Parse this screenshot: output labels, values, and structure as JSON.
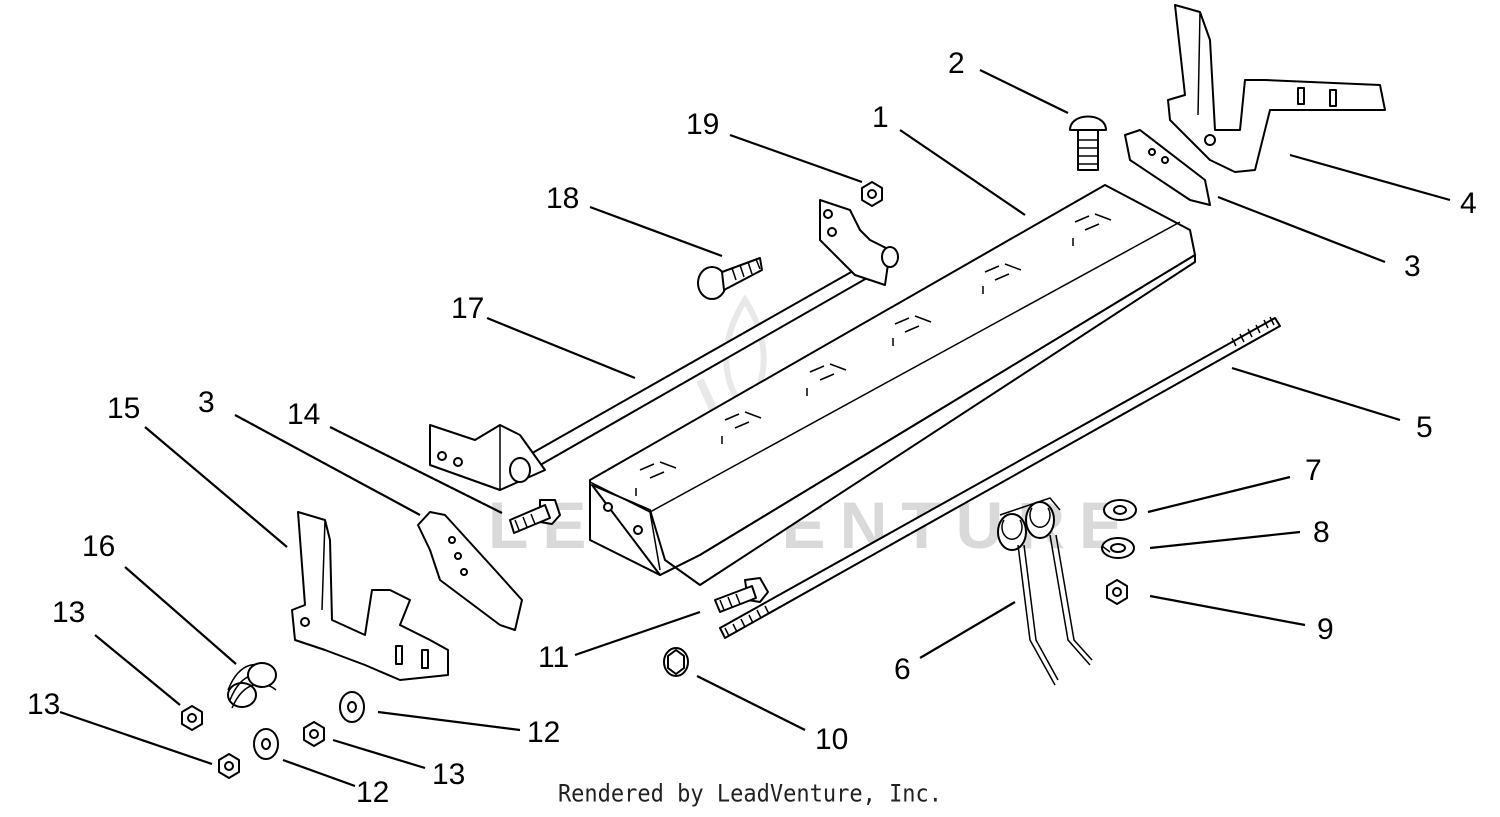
{
  "watermark": "LEADVENTURE",
  "credit": "Rendered by LeadVenture, Inc.",
  "callouts": {
    "c1": "1",
    "c2": "2",
    "c3a": "3",
    "c3b": "3",
    "c4": "4",
    "c5": "5",
    "c6": "6",
    "c7": "7",
    "c8": "8",
    "c9": "9",
    "c10": "10",
    "c11": "11",
    "c12a": "12",
    "c12b": "12",
    "c13a": "13",
    "c13b": "13",
    "c13c": "13",
    "c14": "14",
    "c15": "15",
    "c16": "16",
    "c17": "17",
    "c18": "18",
    "c19": "19"
  }
}
